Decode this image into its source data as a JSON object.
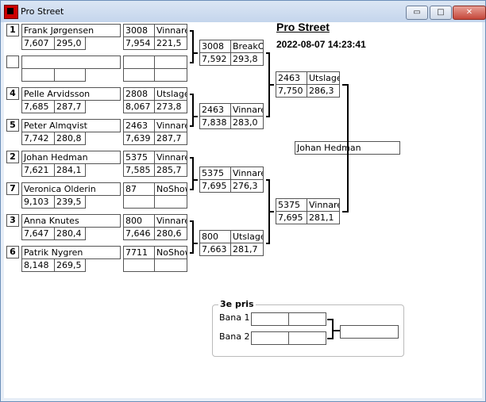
{
  "window": {
    "title": "Pro Street",
    "buttons": {
      "minimize": "▭",
      "maximize": "□",
      "close": "✕"
    }
  },
  "header": {
    "title": "Pro Street",
    "datetime": "2022-08-07 14:23:41"
  },
  "seeds": [
    "1",
    "4",
    "5",
    "2",
    "7",
    "3",
    "6"
  ],
  "round1": [
    {
      "name": "Frank  Jørgensen",
      "rt": "7,607",
      "et": "295,0"
    },
    {
      "name": "",
      "rt": "",
      "et": ""
    },
    {
      "name": "Pelle Arvidsson",
      "rt": "7,685",
      "et": "287,7"
    },
    {
      "name": "Peter Almqvist",
      "rt": "7,742",
      "et": "280,8"
    },
    {
      "name": "Johan Hedman",
      "rt": "7,621",
      "et": "284,1"
    },
    {
      "name": "Veronica Olderin",
      "rt": "9,103",
      "et": "239,5"
    },
    {
      "name": "Anna Knutes",
      "rt": "7,647",
      "et": "280,4"
    },
    {
      "name": "Patrik Nygren",
      "rt": "8,148",
      "et": "269,5"
    }
  ],
  "round2": [
    {
      "id": "3008",
      "status": "Vinnare",
      "et": "7,954",
      "speed": "221,5"
    },
    {
      "id": "",
      "status": "",
      "et": "",
      "speed": ""
    },
    {
      "id": "2808",
      "status": "Utslagen",
      "et": "8,067",
      "speed": "273,8"
    },
    {
      "id": "2463",
      "status": "Vinnare",
      "et": "7,639",
      "speed": "287,7"
    },
    {
      "id": "5375",
      "status": "Vinnare",
      "et": "7,585",
      "speed": "285,7"
    },
    {
      "id": "87",
      "status": "NoShow",
      "et": "",
      "speed": ""
    },
    {
      "id": "800",
      "status": "Vinnare",
      "et": "7,646",
      "speed": "280,6"
    },
    {
      "id": "7711",
      "status": "NoShow",
      "et": "",
      "speed": ""
    }
  ],
  "round3": [
    {
      "id": "3008",
      "status": "BreakOut",
      "et": "7,592",
      "speed": "293,8"
    },
    {
      "id": "2463",
      "status": "Vinnare",
      "et": "7,838",
      "speed": "283,0"
    },
    {
      "id": "5375",
      "status": "Vinnare",
      "et": "7,695",
      "speed": "276,3"
    },
    {
      "id": "800",
      "status": "Utslagen",
      "et": "7,663",
      "speed": "281,7"
    }
  ],
  "round4": [
    {
      "id": "2463",
      "status": "Utslagen",
      "et": "7,750",
      "speed": "286,3"
    },
    {
      "id": "5375",
      "status": "Vinnare",
      "et": "7,695",
      "speed": "281,1"
    }
  ],
  "winner": "Johan Hedman",
  "third_place": {
    "title": "3e pris",
    "lane1": "Bana 1",
    "lane2": "Bana 2"
  }
}
